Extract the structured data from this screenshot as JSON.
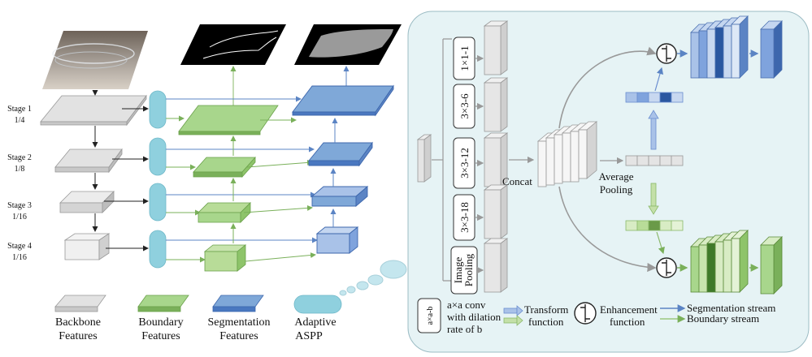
{
  "stages": [
    {
      "name": "Stage 1",
      "scale": "1/4"
    },
    {
      "name": "Stage 2",
      "scale": "1/8"
    },
    {
      "name": "Stage 3",
      "scale": "1/16"
    },
    {
      "name": "Stage 4",
      "scale": "1/16"
    }
  ],
  "legend_left": {
    "backbone_line1": "Backbone",
    "backbone_line2": "Features",
    "boundary_line1": "Boundary",
    "boundary_line2": "Features",
    "segmentation_line1": "Segmentation",
    "segmentation_line2": "Features",
    "aspp_line1": "Adaptive",
    "aspp_line2": "ASPP"
  },
  "aspp": {
    "branches": [
      "1×1-1",
      "3×3-6",
      "3×3-12",
      "3×3-18"
    ],
    "image_pooling_line1": "Image",
    "image_pooling_line2": "Pooling",
    "concat": "Concat",
    "avg_pool_line1": "Average",
    "avg_pool_line2": "Pooling"
  },
  "legend_right": {
    "conv_symbol": "a×a-b",
    "conv_line1": "a×a conv",
    "conv_line2": "with dilation",
    "conv_line3": "rate of b",
    "transform_line1": "Transform",
    "transform_line2": "function",
    "enhance_line1": "Enhancement",
    "enhance_line2": "function",
    "seg_stream": "Segmentation stream",
    "bnd_stream": "Boundary stream"
  },
  "colors": {
    "backbone": "#dcdcdc",
    "boundary": "#a8d68c",
    "segmentation": "#7fa8d8",
    "aspp": "#8fd0de",
    "panel": "#e6f3f5"
  }
}
